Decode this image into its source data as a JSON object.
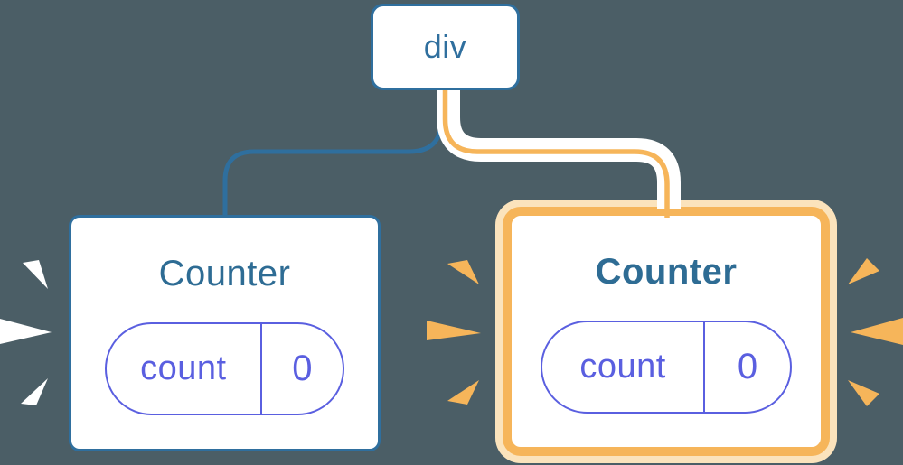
{
  "colors": {
    "background": "#4b5e66",
    "blue": "#2f6f9e",
    "heading-blue": "#2e6c94",
    "purple": "#5a5fe0",
    "orange": "#f6b55a",
    "orange-pale": "#fbe3bc",
    "card-white": "#ffffff"
  },
  "diagram": {
    "root": {
      "label": "div"
    },
    "children": [
      {
        "title": "Counter",
        "state_key": "count",
        "state_value": "0",
        "highlighted": false
      },
      {
        "title": "Counter",
        "state_key": "count",
        "state_value": "0",
        "highlighted": true
      }
    ]
  }
}
